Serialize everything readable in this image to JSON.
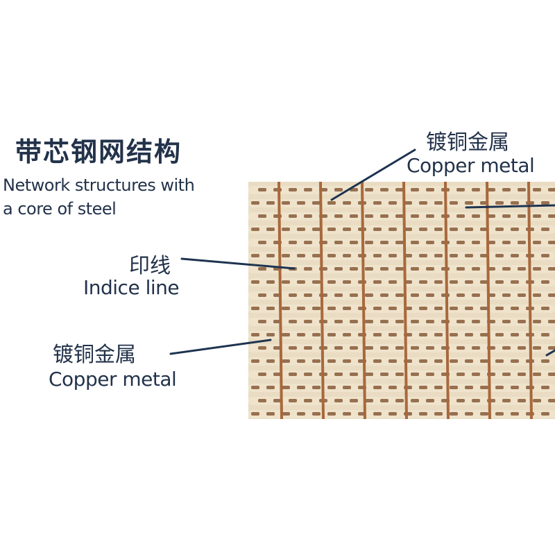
{
  "title": {
    "cn": "带芯钢网结构",
    "en_line1": "Network structures with",
    "en_line2": "a core of steel"
  },
  "labels": {
    "copper_top_cn": "镀铜金属",
    "copper_top_en": "Copper metal",
    "indice_cn": "印线",
    "indice_en": "Indice line",
    "copper_left_cn": "镀铜金属",
    "copper_left_en": "Copper metal"
  },
  "colors": {
    "text": "#22324a",
    "leader": "#1e3350",
    "fabric_light": "#efe3cc",
    "fabric_brown": "#7a4a26",
    "copper_thread": "#a8683c"
  }
}
